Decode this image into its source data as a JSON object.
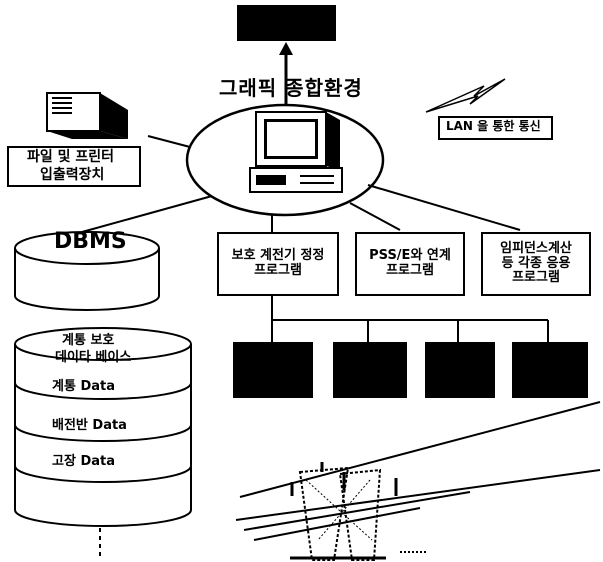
{
  "graphic_env_label": "그래픽 종합환경",
  "lan_label": "LAN 을 통한 통신",
  "printer_box": {
    "line1": "파일 및 프린터",
    "line2": "입출력장치"
  },
  "dbms_label": "DBMS",
  "database": {
    "header_line1": "계통 보호",
    "header_line2": "데이타 베이스",
    "rows": [
      "계통   Data",
      "배전반   Data",
      "고장    Data"
    ]
  },
  "programs": [
    {
      "line1": "보호 계전기 정정",
      "line2": "프로그램"
    },
    {
      "line1": "PSS/E와 연계",
      "line2": "프로그램"
    },
    {
      "line1": "임피던스계산",
      "line2": "등 각종 응용",
      "line3": "프로그램"
    }
  ]
}
